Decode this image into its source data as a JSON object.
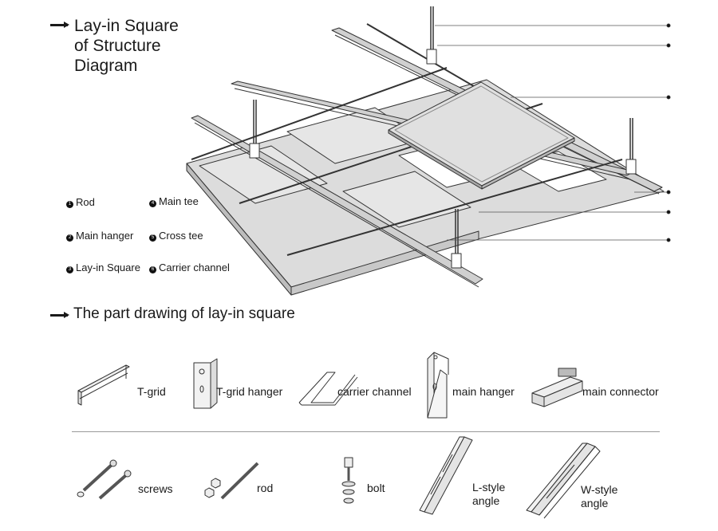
{
  "diagram_title": [
    "Lay-in Square",
    "of Structure",
    "Diagram"
  ],
  "legend": [
    {
      "num": "1",
      "label": "Rod"
    },
    {
      "num": "2",
      "label": "Main hanger"
    },
    {
      "num": "3",
      "label": "Lay-in Square"
    },
    {
      "num": "4",
      "label": "Main tee"
    },
    {
      "num": "5",
      "label": "Cross tee"
    },
    {
      "num": "6",
      "label": "Carrier channel"
    }
  ],
  "section_title": "The part drawing of lay-in square",
  "parts_row1": [
    "T-grid",
    "T-grid hanger",
    "carrier channel",
    "main hanger",
    "main connector"
  ],
  "parts_row2": [
    "screws",
    "rod",
    "bolt",
    "L-style\nangle",
    "W-style\nangle"
  ],
  "colors": {
    "line": "#333333",
    "panel": "#d8d8d8",
    "panel_light": "#e9e9e9",
    "leader": "#555555"
  }
}
